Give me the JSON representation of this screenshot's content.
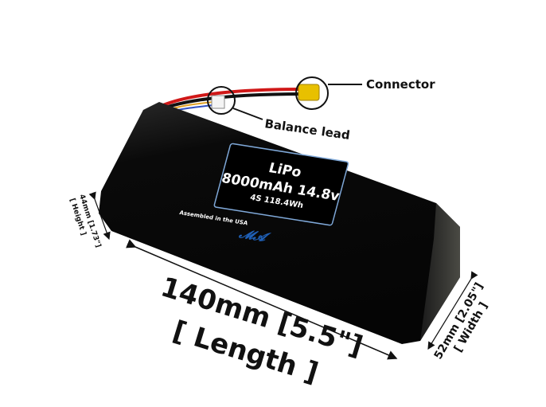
{
  "product": {
    "label": {
      "chemistry": "LiPo",
      "capacity_voltage": "8000mAh 14.8v",
      "config_energy": "4S 118.4Wh",
      "assembled": "Assembled in the USA",
      "logo": "MA"
    }
  },
  "callouts": {
    "connector": "Connector",
    "balance_lead": "Balance lead"
  },
  "dimensions": {
    "length": "140mm [5.5\"]",
    "length_label": "[ Length ]",
    "height": "44mm [1.73\"]",
    "height_label": "[ Height ]",
    "width": "52mm [2.05\"]",
    "width_label": "[ Width ]"
  },
  "colors": {
    "battery": "#0b0b0b",
    "label_border": "#7fa8d8",
    "logo": "#1f5fb5",
    "wire_red": "#d01818"
  }
}
